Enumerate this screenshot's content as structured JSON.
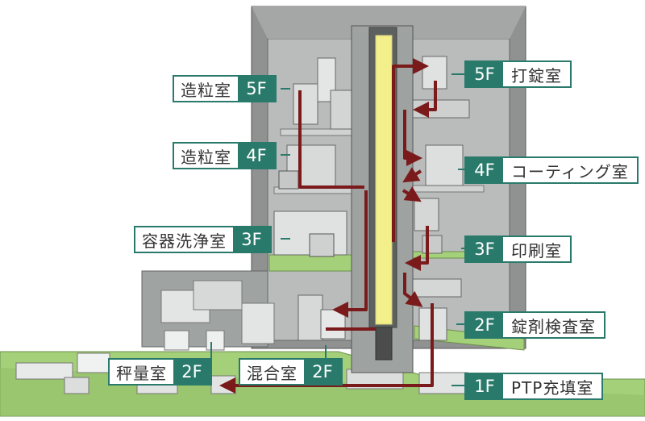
{
  "labels": {
    "right_5f": {
      "floor": "5F",
      "name": "打錠室"
    },
    "right_4f": {
      "floor": "4F",
      "name": "コーティング室"
    },
    "right_3f": {
      "floor": "3F",
      "name": "印刷室"
    },
    "right_2f": {
      "floor": "2F",
      "name": "錠剤検査室"
    },
    "right_1f": {
      "floor": "1F",
      "name": "PTP充填室"
    },
    "left_5f": {
      "floor": "5F",
      "name": "造粒室"
    },
    "left_4f": {
      "floor": "4F",
      "name": "造粒室"
    },
    "left_3f": {
      "floor": "3F",
      "name": "容器洗浄室"
    },
    "left_2f_weigh": {
      "floor": "2F",
      "name": "秤量室"
    },
    "left_2f_mix": {
      "floor": "2F",
      "name": "混合室"
    }
  },
  "colors": {
    "accent": "#2a7a6c",
    "flow_arrow": "#7a1a1a",
    "floor_green": "#a5d07a",
    "elevator_light": "#f3ef8a"
  }
}
